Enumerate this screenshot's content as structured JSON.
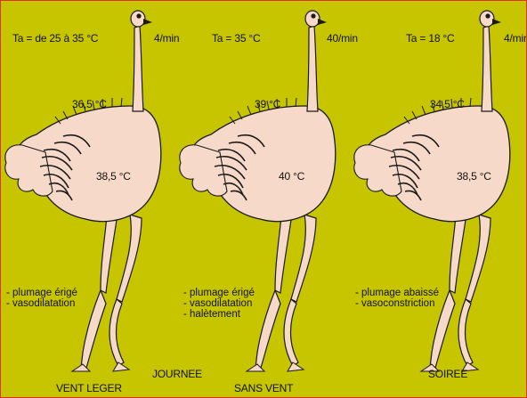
{
  "panels": [
    {
      "ta": "Ta = de 25 à 35 °C",
      "rate": "4/min",
      "neck_temp": "36,5 °C",
      "body_temp": "38,5 °C",
      "notes": [
        "- plumage érigé",
        "- vasodilatation"
      ]
    },
    {
      "ta": "Ta = 35 °C",
      "rate": "40/min",
      "neck_temp": "39 °C",
      "body_temp": "40 °C",
      "notes": [
        "- plumage érigé",
        "- vasodilatation",
        "- halètement"
      ]
    },
    {
      "ta": "Ta = 18 °C",
      "rate": "4/min",
      "neck_temp": "34,5 °C",
      "body_temp": "38,5 °C",
      "notes": [
        "- plumage abaissé",
        "- vasoconstriction"
      ]
    }
  ],
  "bottom": {
    "vent_leger": "VENT LEGER",
    "journee": "JOURNEE",
    "sans_vent": "SANS VENT",
    "soiree": "SOIREE"
  },
  "colors": {
    "background": "#c7c400",
    "border": "#e0301e",
    "ostrich_skin": "#f6d9c8",
    "outline": "#1a1a1a"
  }
}
